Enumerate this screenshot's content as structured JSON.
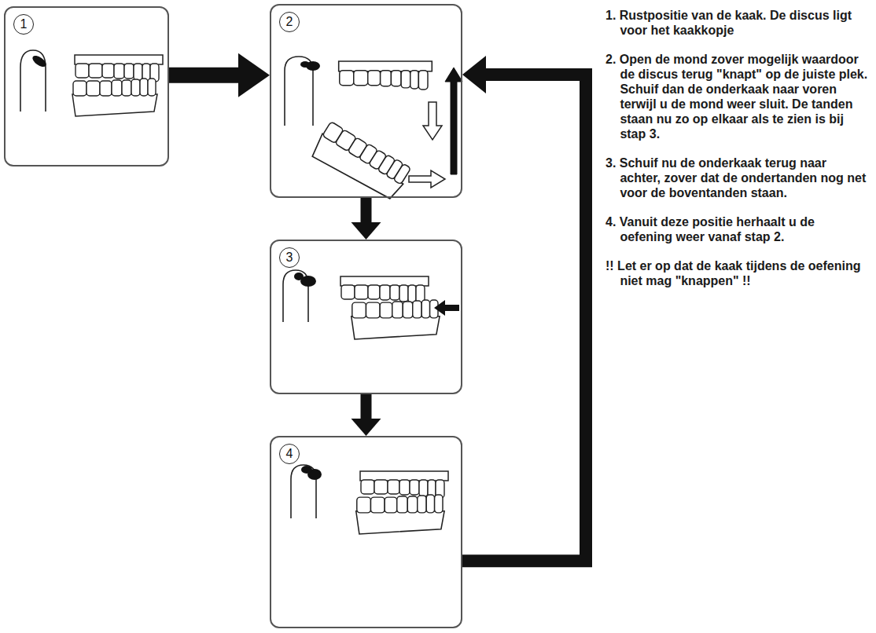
{
  "diagram": {
    "nodes": [
      {
        "text": [
          "1"
        ]
      },
      {
        "text": [
          "2"
        ]
      },
      {
        "text": [
          "3"
        ]
      },
      {
        "text": [
          "4"
        ]
      }
    ],
    "edges": [
      {
        "from": 0,
        "to": 1,
        "arrow": "to"
      },
      {
        "from": 1,
        "to": 2,
        "arrow": "to"
      },
      {
        "from": 2,
        "to": 3,
        "arrow": "to"
      },
      {
        "from": 3,
        "to": 1,
        "arrow": "to"
      }
    ],
    "labels": [
      "1. Rustpositie van de kaak. De discus ligt voor het kaakkopje",
      "2. Open de mond zover mogelijk waardoor de discus terug \"knapt\" op de juiste plek. Schuif dan de onderkaak naar voren terwijl u de mond weer sluit. De tanden staan nu zo op elkaar als te zien is bij stap 3.",
      "3. Schuif nu de onderkaak terug naar achter, zover dat de ondertanden nog net voor de boventanden staan.",
      "4. Vanuit deze positie herhaalt u de oefening weer vanaf stap 2.",
      "!! Let er op dat de kaak tijdens de oefening niet mag \"knappen\" !!"
    ]
  }
}
